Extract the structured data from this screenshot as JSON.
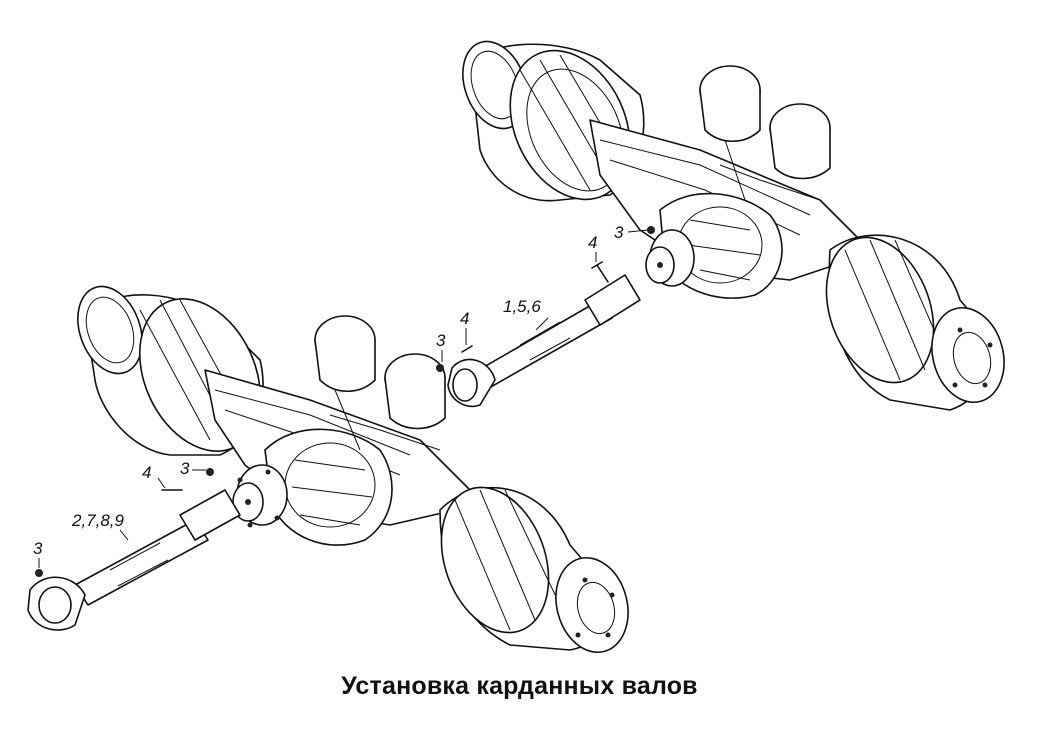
{
  "title": "Установка карданных валов",
  "callouts": {
    "rear_nut": "3",
    "rear_bolt": "4",
    "rear_shaft": "1,5,6",
    "mid_nut": "3",
    "mid_bolt": "4",
    "front_bolt": "4",
    "front_nut": "3",
    "front_shaft": "2,7,8,9",
    "end_nut": "3"
  }
}
